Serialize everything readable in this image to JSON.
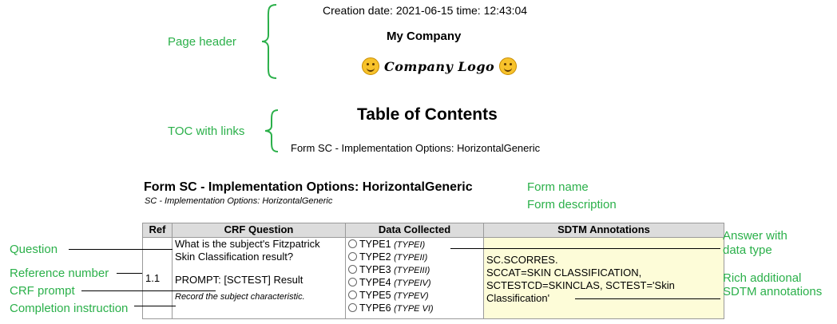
{
  "header": {
    "creation_label": "Creation date: 2021-06-15 time: 12:43:04",
    "company_name": "My Company",
    "logo_text": "Company Logo",
    "logo_icon": "smiley-face-icon"
  },
  "toc": {
    "title": "Table of Contents",
    "link_label": "Form SC - Implementation Options: HorizontalGeneric"
  },
  "form": {
    "name": "Form SC - Implementation Options: HorizontalGeneric",
    "description": "SC - Implementation Options: HorizontalGeneric"
  },
  "table": {
    "headers": [
      "Ref",
      "CRF Question",
      "Data Collected",
      "SDTM Annotations"
    ],
    "row": {
      "ref": "1.1",
      "question": "What is the subject's Fitzpatrick Skin Classification result?",
      "prompt": "PROMPT: [SCTEST] Result",
      "instruction": "Record the subject characteristic.",
      "options": [
        {
          "label": "TYPE1",
          "type": "(TYPEI)"
        },
        {
          "label": "TYPE2",
          "type": "(TYPEII)"
        },
        {
          "label": "TYPE3",
          "type": "(TYPEIII)"
        },
        {
          "label": "TYPE4",
          "type": "(TYPEIV)"
        },
        {
          "label": "TYPE5",
          "type": "(TYPEV)"
        },
        {
          "label": "TYPE6",
          "type": "(TYPE VI)"
        }
      ],
      "sdtm_line1": "SC.SCORRES.",
      "sdtm_line2": "SCCAT=SKIN CLASSIFICATION,",
      "sdtm_line3": "SCTESTCD=SKINCLAS, SCTEST='Skin",
      "sdtm_line4": "Classification'"
    }
  },
  "callouts": {
    "page_header": "Page header",
    "toc_links": "TOC with links",
    "form_name": "Form name",
    "form_description": "Form description",
    "question": "Question",
    "reference_number": "Reference number",
    "crf_prompt": "CRF prompt",
    "completion_instruction": "Completion instruction",
    "answer_line1": "Answer with",
    "answer_line2": "data type",
    "sdtm_line1": "Rich additional",
    "sdtm_line2": "SDTM annotations"
  },
  "colors": {
    "callout_green": "#2bb04a",
    "annotation_bg": "#fdfcd8",
    "header_bg": "#dcdcdc"
  }
}
